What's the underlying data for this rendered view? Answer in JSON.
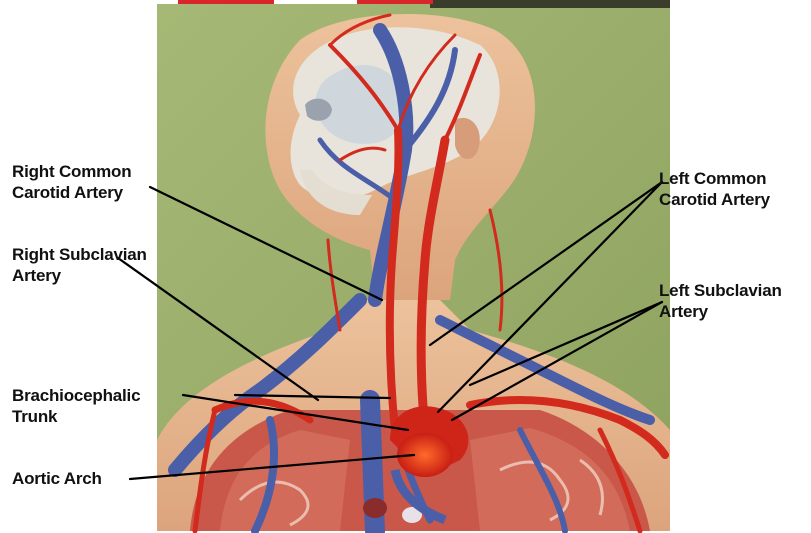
{
  "labels": {
    "right_common_carotid": [
      "Right Common",
      "Carotid Artery"
    ],
    "right_subclavian": [
      "Right Subclavian",
      "Artery"
    ],
    "brachiocephalic": [
      "Brachiocephalic",
      "Trunk"
    ],
    "aortic_arch": [
      "Aortic Arch"
    ],
    "left_common_carotid": [
      "Left Common",
      "Carotid Artery"
    ],
    "left_subclavian": [
      "Left Subclavian",
      "Artery"
    ]
  },
  "colors": {
    "background_wall": "#9bb06a",
    "skin": "#e6b78f",
    "artery": "#d32a1e",
    "vein": "#4a5fa8",
    "skull": "#e8e4dc",
    "text": "#111111"
  }
}
